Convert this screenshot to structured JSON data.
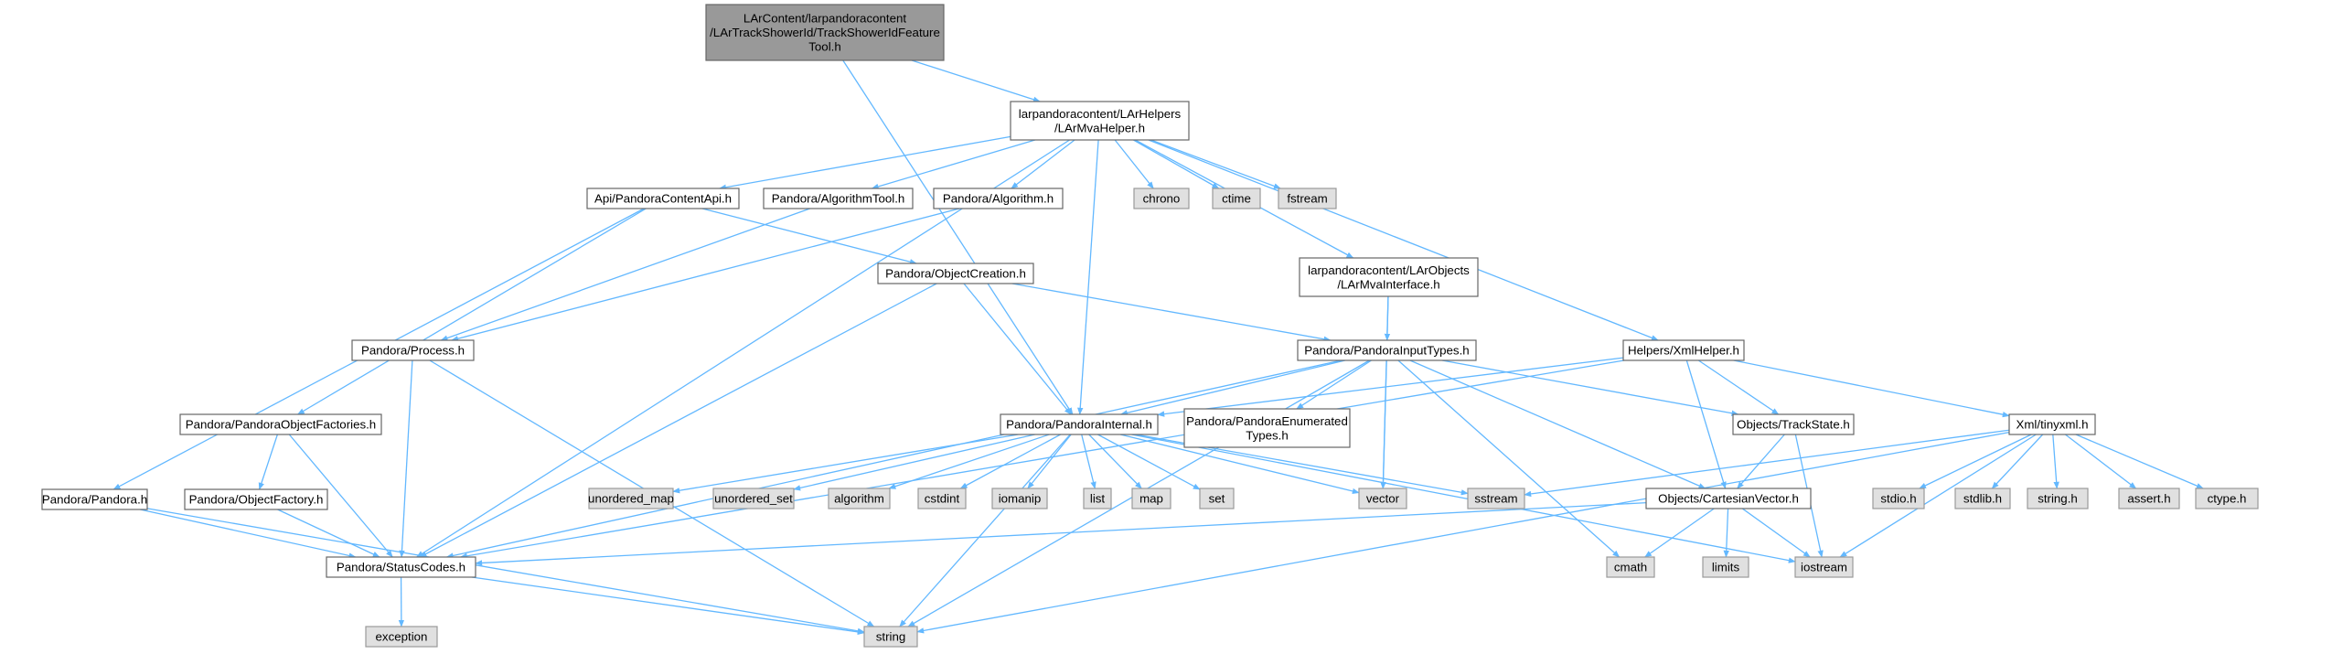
{
  "colors": {
    "root_fill": "#999999",
    "root_stroke": "#666666",
    "node_fill": "#ffffff",
    "node_stroke": "#666666",
    "system_fill": "#e0e0e0",
    "system_stroke": "#999999",
    "edge": "#63b8ff",
    "text": "#000000"
  },
  "nodes": [
    {
      "id": "root",
      "kind": "root",
      "lines": [
        "LArContent/larpandoracontent",
        "/LArTrackShowerId/TrackShowerIdFeature",
        "Tool.h"
      ]
    },
    {
      "id": "mvahelper",
      "kind": "node",
      "lines": [
        "larpandoracontent/LArHelpers",
        "/LArMvaHelper.h"
      ]
    },
    {
      "id": "contentapi",
      "kind": "node",
      "lines": [
        "Api/PandoraContentApi.h"
      ]
    },
    {
      "id": "algtool",
      "kind": "node",
      "lines": [
        "Pandora/AlgorithmTool.h"
      ]
    },
    {
      "id": "algorithm",
      "kind": "node",
      "lines": [
        "Pandora/Algorithm.h"
      ]
    },
    {
      "id": "chrono",
      "kind": "system",
      "lines": [
        "chrono"
      ]
    },
    {
      "id": "ctime",
      "kind": "system",
      "lines": [
        "ctime"
      ]
    },
    {
      "id": "fstream",
      "kind": "system",
      "lines": [
        "fstream"
      ]
    },
    {
      "id": "objcreation",
      "kind": "node",
      "lines": [
        "Pandora/ObjectCreation.h"
      ]
    },
    {
      "id": "mvainterface",
      "kind": "node",
      "lines": [
        "larpandoracontent/LArObjects",
        "/LArMvaInterface.h"
      ]
    },
    {
      "id": "process",
      "kind": "node",
      "lines": [
        "Pandora/Process.h"
      ]
    },
    {
      "id": "inputtypes",
      "kind": "node",
      "lines": [
        "Pandora/PandoraInputTypes.h"
      ]
    },
    {
      "id": "xmlhelper",
      "kind": "node",
      "lines": [
        "Helpers/XmlHelper.h"
      ]
    },
    {
      "id": "objfactories",
      "kind": "node",
      "lines": [
        "Pandora/PandoraObjectFactories.h"
      ]
    },
    {
      "id": "internal",
      "kind": "node",
      "lines": [
        "Pandora/PandoraInternal.h"
      ]
    },
    {
      "id": "enumtypes",
      "kind": "node",
      "lines": [
        "Pandora/PandoraEnumerated",
        "Types.h"
      ]
    },
    {
      "id": "trackstate",
      "kind": "node",
      "lines": [
        "Objects/TrackState.h"
      ]
    },
    {
      "id": "tinyxml",
      "kind": "node",
      "lines": [
        "Xml/tinyxml.h"
      ]
    },
    {
      "id": "pandora",
      "kind": "node",
      "lines": [
        "Pandora/Pandora.h"
      ]
    },
    {
      "id": "objfactory",
      "kind": "node",
      "lines": [
        "Pandora/ObjectFactory.h"
      ]
    },
    {
      "id": "unordered_map",
      "kind": "system",
      "lines": [
        "unordered_map"
      ]
    },
    {
      "id": "unordered_set",
      "kind": "system",
      "lines": [
        "unordered_set"
      ]
    },
    {
      "id": "algorithm_std",
      "kind": "system",
      "lines": [
        "algorithm"
      ]
    },
    {
      "id": "cstdint",
      "kind": "system",
      "lines": [
        "cstdint"
      ]
    },
    {
      "id": "iomanip",
      "kind": "system",
      "lines": [
        "iomanip"
      ]
    },
    {
      "id": "list",
      "kind": "system",
      "lines": [
        "list"
      ]
    },
    {
      "id": "map",
      "kind": "system",
      "lines": [
        "map"
      ]
    },
    {
      "id": "set",
      "kind": "system",
      "lines": [
        "set"
      ]
    },
    {
      "id": "vector",
      "kind": "system",
      "lines": [
        "vector"
      ]
    },
    {
      "id": "sstream",
      "kind": "system",
      "lines": [
        "sstream"
      ]
    },
    {
      "id": "cartesian",
      "kind": "node",
      "lines": [
        "Objects/CartesianVector.h"
      ]
    },
    {
      "id": "stdio",
      "kind": "system",
      "lines": [
        "stdio.h"
      ]
    },
    {
      "id": "stdlib",
      "kind": "system",
      "lines": [
        "stdlib.h"
      ]
    },
    {
      "id": "stringh",
      "kind": "system",
      "lines": [
        "string.h"
      ]
    },
    {
      "id": "asserth",
      "kind": "system",
      "lines": [
        "assert.h"
      ]
    },
    {
      "id": "ctypeh",
      "kind": "system",
      "lines": [
        "ctype.h"
      ]
    },
    {
      "id": "statuscodes",
      "kind": "node",
      "lines": [
        "Pandora/StatusCodes.h"
      ]
    },
    {
      "id": "cmath",
      "kind": "system",
      "lines": [
        "cmath"
      ]
    },
    {
      "id": "limits",
      "kind": "system",
      "lines": [
        "limits"
      ]
    },
    {
      "id": "iostream",
      "kind": "system",
      "lines": [
        "iostream"
      ]
    },
    {
      "id": "exception",
      "kind": "system",
      "lines": [
        "exception"
      ]
    },
    {
      "id": "string",
      "kind": "system",
      "lines": [
        "string"
      ]
    }
  ],
  "edges": [
    [
      "root",
      "mvahelper"
    ],
    [
      "root",
      "internal"
    ],
    [
      "mvahelper",
      "contentapi"
    ],
    [
      "mvahelper",
      "algtool"
    ],
    [
      "mvahelper",
      "algorithm"
    ],
    [
      "mvahelper",
      "chrono"
    ],
    [
      "mvahelper",
      "ctime"
    ],
    [
      "mvahelper",
      "fstream"
    ],
    [
      "mvahelper",
      "mvainterface"
    ],
    [
      "mvahelper",
      "xmlhelper"
    ],
    [
      "mvahelper",
      "internal"
    ],
    [
      "mvahelper",
      "statuscodes"
    ],
    [
      "contentapi",
      "objcreation"
    ],
    [
      "contentapi",
      "objfactories"
    ],
    [
      "contentapi",
      "pandora"
    ],
    [
      "algtool",
      "process"
    ],
    [
      "algorithm",
      "process"
    ],
    [
      "objcreation",
      "inputtypes"
    ],
    [
      "objcreation",
      "internal"
    ],
    [
      "objcreation",
      "statuscodes"
    ],
    [
      "mvainterface",
      "inputtypes"
    ],
    [
      "mvainterface",
      "vector"
    ],
    [
      "process",
      "statuscodes"
    ],
    [
      "process",
      "string"
    ],
    [
      "inputtypes",
      "internal"
    ],
    [
      "inputtypes",
      "enumtypes"
    ],
    [
      "inputtypes",
      "trackstate"
    ],
    [
      "inputtypes",
      "cartesian"
    ],
    [
      "inputtypes",
      "statuscodes"
    ],
    [
      "inputtypes",
      "vector"
    ],
    [
      "inputtypes",
      "string"
    ],
    [
      "inputtypes",
      "cmath"
    ],
    [
      "xmlhelper",
      "internal"
    ],
    [
      "xmlhelper",
      "trackstate"
    ],
    [
      "xmlhelper",
      "tinyxml"
    ],
    [
      "xmlhelper",
      "cartesian"
    ],
    [
      "xmlhelper",
      "statuscodes"
    ],
    [
      "objfactories",
      "objfactory"
    ],
    [
      "objfactories",
      "statuscodes"
    ],
    [
      "internal",
      "unordered_map"
    ],
    [
      "internal",
      "unordered_set"
    ],
    [
      "internal",
      "algorithm_std"
    ],
    [
      "internal",
      "cstdint"
    ],
    [
      "internal",
      "iomanip"
    ],
    [
      "internal",
      "list"
    ],
    [
      "internal",
      "map"
    ],
    [
      "internal",
      "set"
    ],
    [
      "internal",
      "vector"
    ],
    [
      "internal",
      "sstream"
    ],
    [
      "internal",
      "iostream"
    ],
    [
      "internal",
      "string"
    ],
    [
      "trackstate",
      "cartesian"
    ],
    [
      "trackstate",
      "iostream"
    ],
    [
      "tinyxml",
      "sstream"
    ],
    [
      "tinyxml",
      "stdio"
    ],
    [
      "tinyxml",
      "stdlib"
    ],
    [
      "tinyxml",
      "stringh"
    ],
    [
      "tinyxml",
      "asserth"
    ],
    [
      "tinyxml",
      "ctypeh"
    ],
    [
      "tinyxml",
      "iostream"
    ],
    [
      "tinyxml",
      "string"
    ],
    [
      "pandora",
      "statuscodes"
    ],
    [
      "pandora",
      "string"
    ],
    [
      "objfactory",
      "statuscodes"
    ],
    [
      "cartesian",
      "statuscodes"
    ],
    [
      "cartesian",
      "cmath"
    ],
    [
      "cartesian",
      "limits"
    ],
    [
      "cartesian",
      "iostream"
    ],
    [
      "statuscodes",
      "exception"
    ],
    [
      "statuscodes",
      "string"
    ]
  ]
}
